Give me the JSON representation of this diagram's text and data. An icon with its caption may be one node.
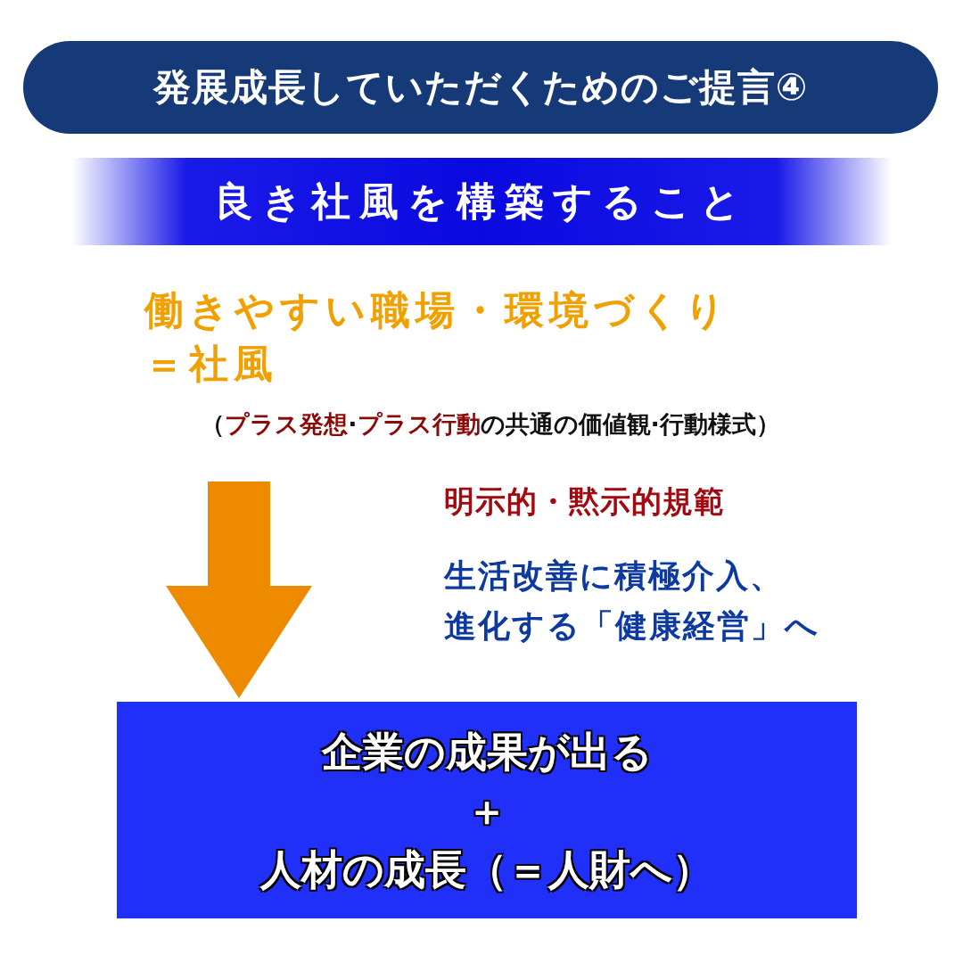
{
  "diagram": {
    "title": "発展成長していただくためのご提言④",
    "nodes": [
      {
        "text": [
          "良き社風を構築すること"
        ]
      },
      {
        "text": [
          "企業の成果が出る",
          "＋",
          "人材の成長（＝人財へ）"
        ]
      }
    ],
    "edges": [
      {
        "from": null,
        "to": 1,
        "arrow": "to",
        "style": "thick",
        "color": "#ee8a00"
      }
    ],
    "labels": [
      "働きやすい職場・環境づくり＝社風",
      "（**プラス発想**·**プラス行動**の共通の価値観·行動様式）",
      "明示的・黙示的規範",
      "生活改善に積極介入、進化する「健康経営」へ"
    ]
  }
}
